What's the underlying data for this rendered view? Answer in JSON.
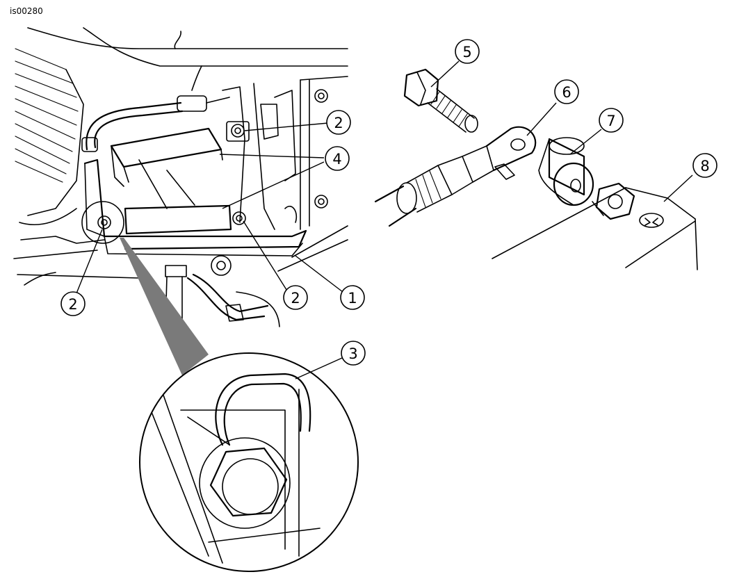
{
  "figure_id": "is00280",
  "callouts": {
    "c1": "1",
    "c2a": "2",
    "c2b": "2",
    "c2c": "2",
    "c3": "3",
    "c4": "4",
    "c5": "5",
    "c6": "6",
    "c7": "7",
    "c8": "8"
  },
  "colors": {
    "line": "#000000",
    "zoom_cone": "#7a7a7a",
    "background": "#ffffff"
  }
}
